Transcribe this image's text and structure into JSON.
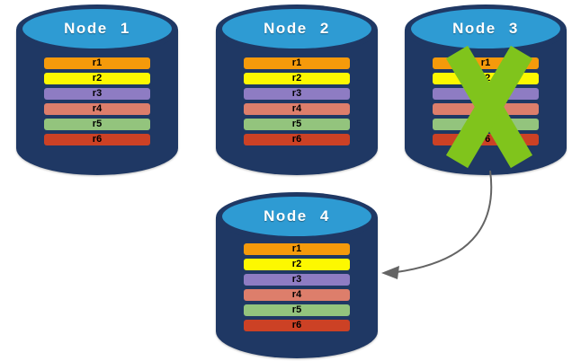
{
  "diagram": {
    "nodes": [
      {
        "label": "Node 1",
        "failed": false
      },
      {
        "label": "Node 2",
        "failed": false
      },
      {
        "label": "Node 3",
        "failed": true
      },
      {
        "label": "Node 4",
        "failed": false
      }
    ],
    "records": [
      {
        "label": "r1",
        "color": "#F59A0B"
      },
      {
        "label": "r2",
        "color": "#FDF800"
      },
      {
        "label": "r3",
        "color": "#8E7CC3"
      },
      {
        "label": "r4",
        "color": "#DD7E6B"
      },
      {
        "label": "r5",
        "color": "#93C47D"
      },
      {
        "label": "r6",
        "color": "#CC4125"
      }
    ],
    "colors": {
      "background": "#FFFFFF",
      "cylinder_body": "#1F3864",
      "cylinder_top": "#2E9BD3",
      "node_label_text": "#FFFFFF",
      "record_label_text": "#000000",
      "failure_x": "#80C41C",
      "arrow": "#646464"
    },
    "arrow": {
      "from": "Node 3",
      "to": "Node 4"
    }
  }
}
